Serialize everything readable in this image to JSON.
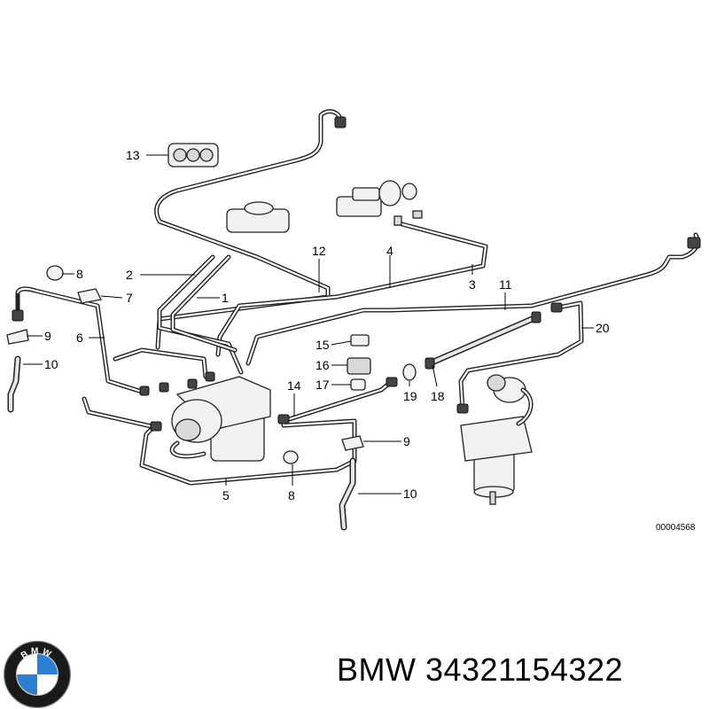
{
  "diagram": {
    "callouts": [
      {
        "id": "c1",
        "label": "1"
      },
      {
        "id": "c2",
        "label": "2"
      },
      {
        "id": "c3",
        "label": "3"
      },
      {
        "id": "c4",
        "label": "4"
      },
      {
        "id": "c5",
        "label": "5"
      },
      {
        "id": "c6",
        "label": "6"
      },
      {
        "id": "c7",
        "label": "7"
      },
      {
        "id": "c8a",
        "label": "8"
      },
      {
        "id": "c8b",
        "label": "8"
      },
      {
        "id": "c9a",
        "label": "9"
      },
      {
        "id": "c9b",
        "label": "9"
      },
      {
        "id": "c10a",
        "label": "10"
      },
      {
        "id": "c10b",
        "label": "10"
      },
      {
        "id": "c11",
        "label": "11"
      },
      {
        "id": "c12",
        "label": "12"
      },
      {
        "id": "c13",
        "label": "13"
      },
      {
        "id": "c14",
        "label": "14"
      },
      {
        "id": "c15",
        "label": "15"
      },
      {
        "id": "c16",
        "label": "16"
      },
      {
        "id": "c17",
        "label": "17"
      },
      {
        "id": "c18",
        "label": "18"
      },
      {
        "id": "c19",
        "label": "19"
      },
      {
        "id": "c20",
        "label": "20"
      }
    ],
    "reference_number": "00004568"
  },
  "brand": {
    "logo_letters": "BMW",
    "part_text": "BMW 34321154322",
    "logo_colors": {
      "ring": "#1a1a1a",
      "blue": "#2f7fd1",
      "white": "#ffffff"
    }
  }
}
